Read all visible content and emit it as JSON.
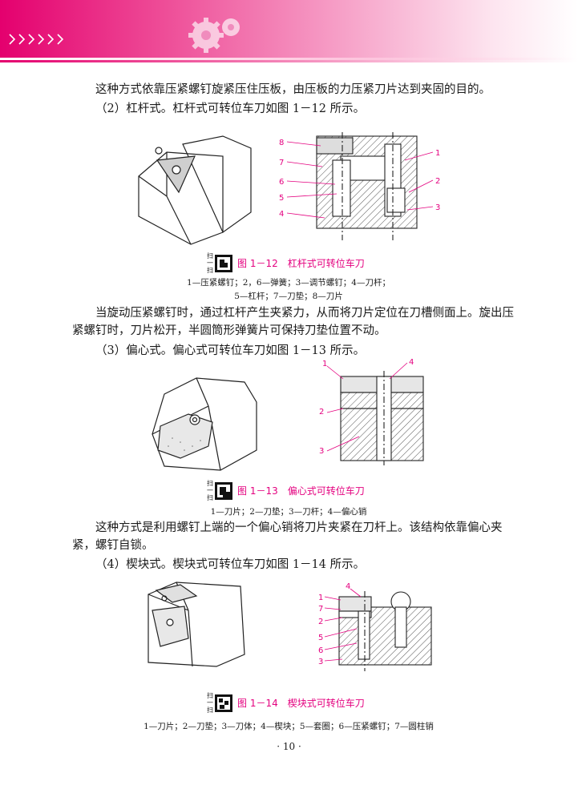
{
  "paragraphs": {
    "p1": "这种方式依靠压紧螺钉旋紧压住压板，由压板的力压紧刀片达到夹固的目的。",
    "p2": "（2）杠杆式。杠杆式可转位车刀如图 1－12 所示。",
    "p3": "当旋动压紧螺钉时，通过杠杆产生夹紧力，从而将刀片定位在刀槽侧面上。旋出压紧螺钉时，刀片松开，半圆筒形弹簧片可保持刀垫位置不动。",
    "p4": "（3）偏心式。偏心式可转位车刀如图 1－13 所示。",
    "p5": "这种方式是利用螺钉上端的一个偏心销将刀片夹紧在刀杆上。该结构依靠偏心夹紧，螺钉自锁。",
    "p6": "（4）楔块式。楔块式可转位车刀如图 1－14 所示。"
  },
  "qr": {
    "line1": "扫",
    "line2": "一",
    "line3": "扫"
  },
  "fig12": {
    "caption": "图 1－12　杠杆式可转位车刀",
    "legend1": "1—压紧螺钉；2，6—弹簧；3—调节螺钉；4—刀杆；",
    "legend2": "5—杠杆；7—刀垫；8—刀片",
    "labels": [
      "8",
      "7",
      "6",
      "5",
      "4",
      "1",
      "2",
      "3"
    ]
  },
  "fig13": {
    "caption": "图 1－13　偏心式可转位车刀",
    "legend1": "1—刀片；2—刀垫；3—刀杆；4—偏心销",
    "labels": [
      "1",
      "4",
      "2",
      "3"
    ]
  },
  "fig14": {
    "caption": "图 1－14　楔块式可转位车刀",
    "legend1": "1—刀片；2—刀垫；3—刀体；4—楔块；5—套圈；6—压紧螺钉；7—圆柱销",
    "labels": [
      "1",
      "4",
      "7",
      "2",
      "5",
      "6",
      "3"
    ]
  },
  "page_number": "· 10 ·",
  "colors": {
    "accent": "#e4007f"
  }
}
